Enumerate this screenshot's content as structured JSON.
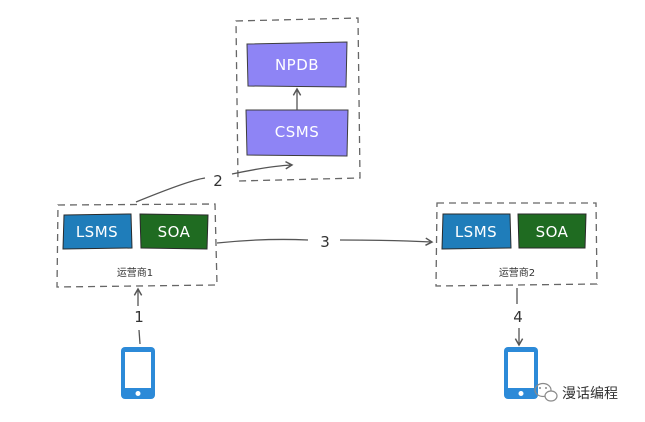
{
  "central": {
    "npdb_label": "NPDB",
    "csms_label": "CSMS"
  },
  "operator1": {
    "lsms_label": "LSMS",
    "soa_label": "SOA",
    "name": "运营商1"
  },
  "operator2": {
    "lsms_label": "LSMS",
    "soa_label": "SOA",
    "name": "运营商2"
  },
  "steps": {
    "step1": "1",
    "step2": "2",
    "step3": "3",
    "step4": "4"
  },
  "watermark": {
    "text": "漫话编程",
    "icon": "wechat-icon"
  },
  "colors": {
    "purple": "#8e84f5",
    "blue": "#1f7dba",
    "green": "#1f6b21",
    "phone": "#2c8ad8",
    "line": "#666666"
  }
}
